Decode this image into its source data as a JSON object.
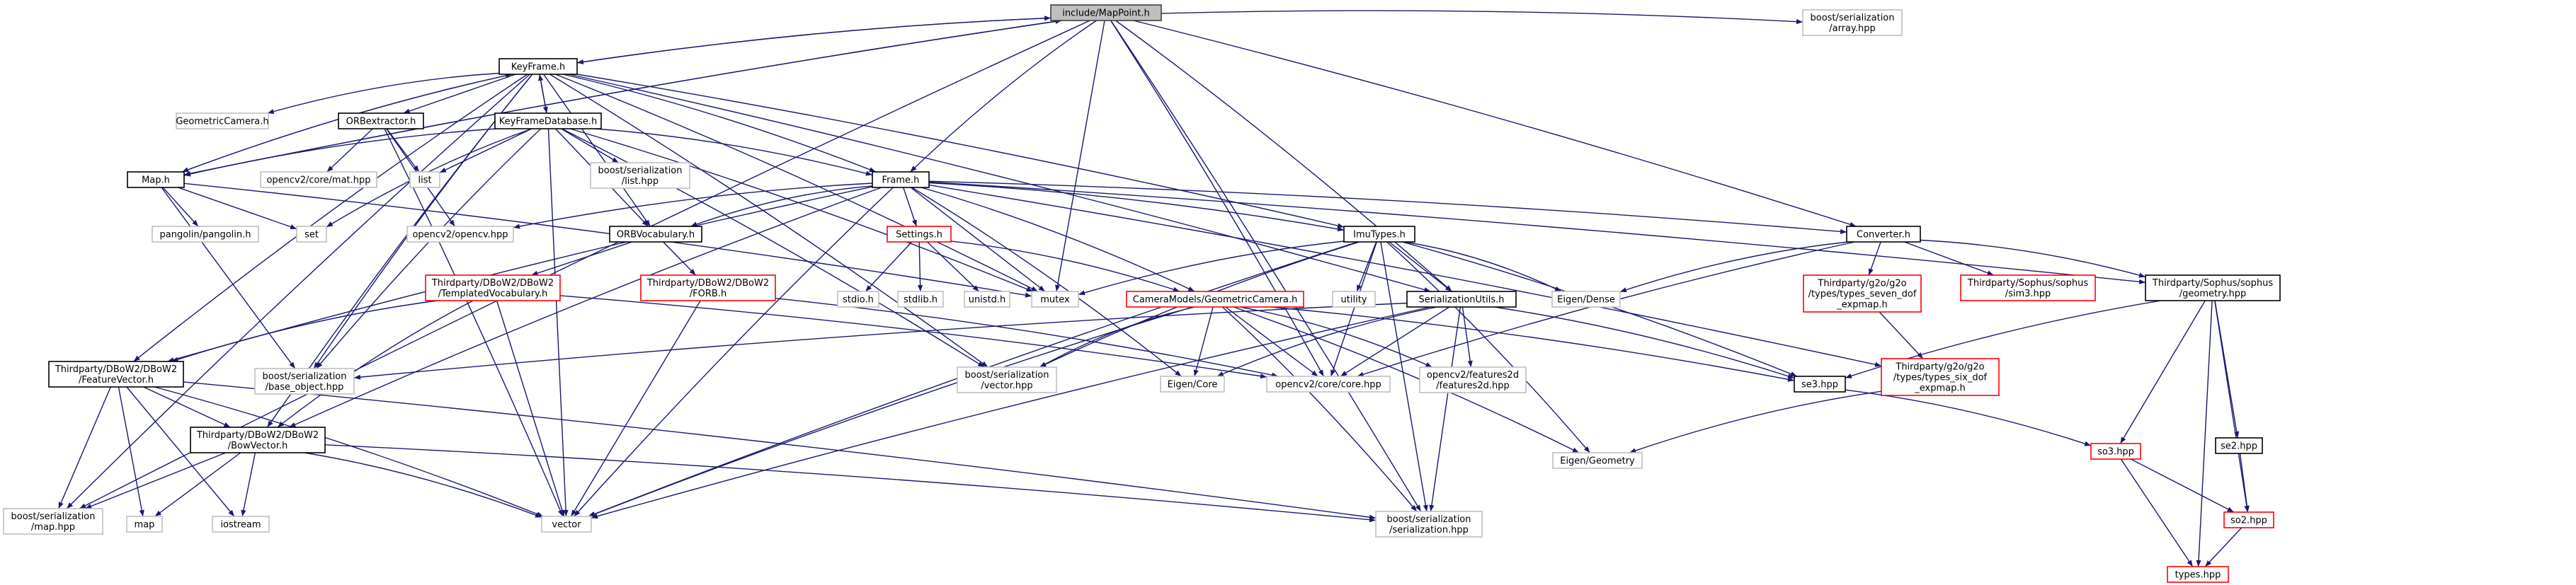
{
  "diagram": {
    "type": "include-dependency-graph",
    "colors": {
      "edge": "#191970",
      "focus_fill": "#bfbfbf",
      "focus_border": "#404040",
      "node_border": "#000000",
      "leaf_border": "#bfbfbf",
      "truncated_border": "#ff0000"
    },
    "nodes": [
      {
        "id": "mappoint",
        "lines": [
          "include/MapPoint.h"
        ],
        "style": "focus"
      },
      {
        "id": "keyframe",
        "lines": [
          "KeyFrame.h"
        ],
        "style": "normal"
      },
      {
        "id": "boostarray",
        "lines": [
          "boost/serialization",
          "/array.hpp"
        ],
        "style": "leaf"
      },
      {
        "id": "geomcam",
        "lines": [
          "GeometricCamera.h"
        ],
        "style": "leaf"
      },
      {
        "id": "orbextractor",
        "lines": [
          "ORBextractor.h"
        ],
        "style": "normal"
      },
      {
        "id": "kfdb",
        "lines": [
          "KeyFrameDatabase.h"
        ],
        "style": "normal"
      },
      {
        "id": "map",
        "lines": [
          "Map.h"
        ],
        "style": "normal"
      },
      {
        "id": "matcore",
        "lines": [
          "opencv2/core/mat.hpp"
        ],
        "style": "leaf"
      },
      {
        "id": "list",
        "lines": [
          "list"
        ],
        "style": "leaf"
      },
      {
        "id": "boostlist",
        "lines": [
          "boost/serialization",
          "/list.hpp"
        ],
        "style": "leaf"
      },
      {
        "id": "frame",
        "lines": [
          "Frame.h"
        ],
        "style": "normal"
      },
      {
        "id": "pangolin",
        "lines": [
          "pangolin/pangolin.h"
        ],
        "style": "leaf"
      },
      {
        "id": "set",
        "lines": [
          "set"
        ],
        "style": "leaf"
      },
      {
        "id": "opencvhpp",
        "lines": [
          "opencv2/opencv.hpp"
        ],
        "style": "leaf"
      },
      {
        "id": "orbvocab",
        "lines": [
          "ORBVocabulary.h"
        ],
        "style": "normal"
      },
      {
        "id": "settings",
        "lines": [
          "Settings.h"
        ],
        "style": "truncated"
      },
      {
        "id": "mutex",
        "lines": [
          "mutex"
        ],
        "style": "leaf"
      },
      {
        "id": "imutypes",
        "lines": [
          "ImuTypes.h"
        ],
        "style": "normal"
      },
      {
        "id": "converter",
        "lines": [
          "Converter.h"
        ],
        "style": "normal"
      },
      {
        "id": "templvocab",
        "lines": [
          "Thirdparty/DBoW2/DBoW2",
          "/TemplatedVocabulary.h"
        ],
        "style": "truncated"
      },
      {
        "id": "forb",
        "lines": [
          "Thirdparty/DBoW2/DBoW2",
          "/FORB.h"
        ],
        "style": "truncated"
      },
      {
        "id": "stdio",
        "lines": [
          "stdio.h"
        ],
        "style": "leaf"
      },
      {
        "id": "stdlib",
        "lines": [
          "stdlib.h"
        ],
        "style": "leaf"
      },
      {
        "id": "unistd",
        "lines": [
          "unistd.h"
        ],
        "style": "leaf"
      },
      {
        "id": "camgeom",
        "lines": [
          "CameraModels/GeometricCamera.h"
        ],
        "style": "truncated"
      },
      {
        "id": "utility",
        "lines": [
          "utility"
        ],
        "style": "leaf"
      },
      {
        "id": "serutils",
        "lines": [
          "SerializationUtils.h"
        ],
        "style": "normal"
      },
      {
        "id": "eigendense",
        "lines": [
          "Eigen/Dense"
        ],
        "style": "leaf"
      },
      {
        "id": "g2oseven",
        "lines": [
          "Thirdparty/g2o/g2o",
          "/types/types_seven_dof",
          "_expmap.h"
        ],
        "style": "truncated"
      },
      {
        "id": "sophussim3",
        "lines": [
          "Thirdparty/Sophus/sophus",
          "/sim3.hpp"
        ],
        "style": "truncated"
      },
      {
        "id": "sophusgeom",
        "lines": [
          "Thirdparty/Sophus/sophus",
          "/geometry.hpp"
        ],
        "style": "normal"
      },
      {
        "id": "featvec",
        "lines": [
          "Thirdparty/DBoW2/DBoW2",
          "/FeatureVector.h"
        ],
        "style": "normal"
      },
      {
        "id": "baseobj",
        "lines": [
          "boost/serialization",
          "/base_object.hpp"
        ],
        "style": "leaf"
      },
      {
        "id": "boostvector",
        "lines": [
          "boost/serialization",
          "/vector.hpp"
        ],
        "style": "leaf"
      },
      {
        "id": "eigencore",
        "lines": [
          "Eigen/Core"
        ],
        "style": "leaf"
      },
      {
        "id": "cvcore",
        "lines": [
          "opencv2/core/core.hpp"
        ],
        "style": "leaf"
      },
      {
        "id": "features2d",
        "lines": [
          "opencv2/features2d",
          "/features2d.hpp"
        ],
        "style": "leaf"
      },
      {
        "id": "se3",
        "lines": [
          "se3.hpp"
        ],
        "style": "normal"
      },
      {
        "id": "g2osix",
        "lines": [
          "Thirdparty/g2o/g2o",
          "/types/types_six_dof",
          "_expmap.h"
        ],
        "style": "truncated"
      },
      {
        "id": "bowvec",
        "lines": [
          "Thirdparty/DBoW2/DBoW2",
          "/BowVector.h"
        ],
        "style": "normal"
      },
      {
        "id": "se2",
        "lines": [
          "se2.hpp"
        ],
        "style": "normal"
      },
      {
        "id": "eigengeom",
        "lines": [
          "Eigen/Geometry"
        ],
        "style": "leaf"
      },
      {
        "id": "so3",
        "lines": [
          "so3.hpp"
        ],
        "style": "truncated"
      },
      {
        "id": "boostmap",
        "lines": [
          "boost/serialization",
          "/map.hpp"
        ],
        "style": "leaf"
      },
      {
        "id": "mapstd",
        "lines": [
          "map"
        ],
        "style": "leaf"
      },
      {
        "id": "iostream",
        "lines": [
          "iostream"
        ],
        "style": "leaf"
      },
      {
        "id": "vector",
        "lines": [
          "vector"
        ],
        "style": "leaf"
      },
      {
        "id": "boostser",
        "lines": [
          "boost/serialization",
          "/serialization.hpp"
        ],
        "style": "leaf"
      },
      {
        "id": "so2",
        "lines": [
          "so2.hpp"
        ],
        "style": "truncated"
      },
      {
        "id": "types",
        "lines": [
          "types.hpp"
        ],
        "style": "truncated"
      }
    ],
    "edges": [
      [
        "mappoint",
        "keyframe"
      ],
      [
        "mappoint",
        "boostarray"
      ],
      [
        "mappoint",
        "frame"
      ],
      [
        "mappoint",
        "map"
      ],
      [
        "mappoint",
        "mutex"
      ],
      [
        "mappoint",
        "serutils"
      ],
      [
        "mappoint",
        "converter"
      ],
      [
        "mappoint",
        "cvcore"
      ],
      [
        "mappoint",
        "boostser"
      ],
      [
        "mappoint",
        "boostmap"
      ],
      [
        "keyframe",
        "mappoint"
      ],
      [
        "keyframe",
        "geomcam"
      ],
      [
        "keyframe",
        "orbextractor"
      ],
      [
        "keyframe",
        "kfdb"
      ],
      [
        "keyframe",
        "map"
      ],
      [
        "keyframe",
        "frame"
      ],
      [
        "keyframe",
        "orbvocab"
      ],
      [
        "keyframe",
        "imutypes"
      ],
      [
        "keyframe",
        "serutils"
      ],
      [
        "keyframe",
        "mutex"
      ],
      [
        "keyframe",
        "featvec"
      ],
      [
        "keyframe",
        "bowvec"
      ],
      [
        "keyframe",
        "baseobj"
      ],
      [
        "keyframe",
        "boostvector"
      ],
      [
        "keyframe",
        "boostmap"
      ],
      [
        "orbextractor",
        "list"
      ],
      [
        "orbextractor",
        "matcore"
      ],
      [
        "orbextractor",
        "opencvhpp"
      ],
      [
        "orbextractor",
        "vector"
      ],
      [
        "kfdb",
        "keyframe"
      ],
      [
        "kfdb",
        "map"
      ],
      [
        "kfdb",
        "frame"
      ],
      [
        "kfdb",
        "list"
      ],
      [
        "kfdb",
        "set"
      ],
      [
        "kfdb",
        "boostlist"
      ],
      [
        "kfdb",
        "orbvocab"
      ],
      [
        "kfdb",
        "mutex"
      ],
      [
        "kfdb",
        "baseobj"
      ],
      [
        "kfdb",
        "vector"
      ],
      [
        "kfdb",
        "boostvector"
      ],
      [
        "map",
        "keyframe"
      ],
      [
        "map",
        "mappoint"
      ],
      [
        "map",
        "pangolin"
      ],
      [
        "map",
        "set"
      ],
      [
        "map",
        "mutex"
      ],
      [
        "map",
        "baseobj"
      ],
      [
        "frame",
        "opencvhpp"
      ],
      [
        "frame",
        "orbvocab"
      ],
      [
        "frame",
        "settings"
      ],
      [
        "frame",
        "imutypes"
      ],
      [
        "frame",
        "mutex"
      ],
      [
        "frame",
        "converter"
      ],
      [
        "frame",
        "sophusgeom"
      ],
      [
        "frame",
        "camgeom"
      ],
      [
        "frame",
        "featvec"
      ],
      [
        "frame",
        "bowvec"
      ],
      [
        "frame",
        "vector"
      ],
      [
        "frame",
        "eigencore"
      ],
      [
        "frame",
        "g2osix"
      ],
      [
        "orbvocab",
        "templvocab"
      ],
      [
        "orbvocab",
        "forb"
      ],
      [
        "settings",
        "stdio"
      ],
      [
        "settings",
        "stdlib"
      ],
      [
        "settings",
        "unistd"
      ],
      [
        "settings",
        "camgeom"
      ],
      [
        "imutypes",
        "mutex"
      ],
      [
        "imutypes",
        "utility"
      ],
      [
        "imutypes",
        "serutils"
      ],
      [
        "imutypes",
        "eigendense"
      ],
      [
        "imutypes",
        "se3"
      ],
      [
        "imutypes",
        "boostvector"
      ],
      [
        "imutypes",
        "cvcore"
      ],
      [
        "imutypes",
        "vector"
      ],
      [
        "imutypes",
        "eigengeom"
      ],
      [
        "imutypes",
        "boostser"
      ],
      [
        "converter",
        "eigendense"
      ],
      [
        "converter",
        "g2oseven"
      ],
      [
        "converter",
        "sophussim3"
      ],
      [
        "converter",
        "sophusgeom"
      ],
      [
        "converter",
        "cvcore"
      ],
      [
        "templvocab",
        "featvec"
      ],
      [
        "templvocab",
        "bowvec"
      ],
      [
        "templvocab",
        "vector"
      ],
      [
        "templvocab",
        "cvcore"
      ],
      [
        "forb",
        "vector"
      ],
      [
        "forb",
        "cvcore"
      ],
      [
        "camgeom",
        "cvcore"
      ],
      [
        "camgeom",
        "features2d"
      ],
      [
        "camgeom",
        "eigengeom"
      ],
      [
        "camgeom",
        "se3"
      ],
      [
        "camgeom",
        "boostvector"
      ],
      [
        "camgeom",
        "eigencore"
      ],
      [
        "camgeom",
        "boostser"
      ],
      [
        "camgeom",
        "vector"
      ],
      [
        "serutils",
        "se3"
      ],
      [
        "serutils",
        "cvcore"
      ],
      [
        "serutils",
        "features2d"
      ],
      [
        "serutils",
        "vector"
      ],
      [
        "serutils",
        "boostser"
      ],
      [
        "serutils",
        "eigencore"
      ],
      [
        "serutils",
        "baseobj"
      ],
      [
        "g2oseven",
        "g2osix"
      ],
      [
        "g2osix",
        "eigengeom"
      ],
      [
        "sophusgeom",
        "se3"
      ],
      [
        "sophusgeom",
        "so3"
      ],
      [
        "sophusgeom",
        "se2"
      ],
      [
        "sophusgeom",
        "so2"
      ],
      [
        "sophusgeom",
        "types"
      ],
      [
        "se3",
        "so3"
      ],
      [
        "so3",
        "so2"
      ],
      [
        "so3",
        "types"
      ],
      [
        "se2",
        "so2"
      ],
      [
        "so2",
        "types"
      ],
      [
        "featvec",
        "bowvec"
      ],
      [
        "featvec",
        "mapstd"
      ],
      [
        "featvec",
        "iostream"
      ],
      [
        "featvec",
        "vector"
      ],
      [
        "featvec",
        "boostmap"
      ],
      [
        "featvec",
        "boostser"
      ],
      [
        "bowvec",
        "mapstd"
      ],
      [
        "bowvec",
        "iostream"
      ],
      [
        "bowvec",
        "vector"
      ],
      [
        "bowvec",
        "boostmap"
      ],
      [
        "bowvec",
        "boostser"
      ]
    ]
  }
}
